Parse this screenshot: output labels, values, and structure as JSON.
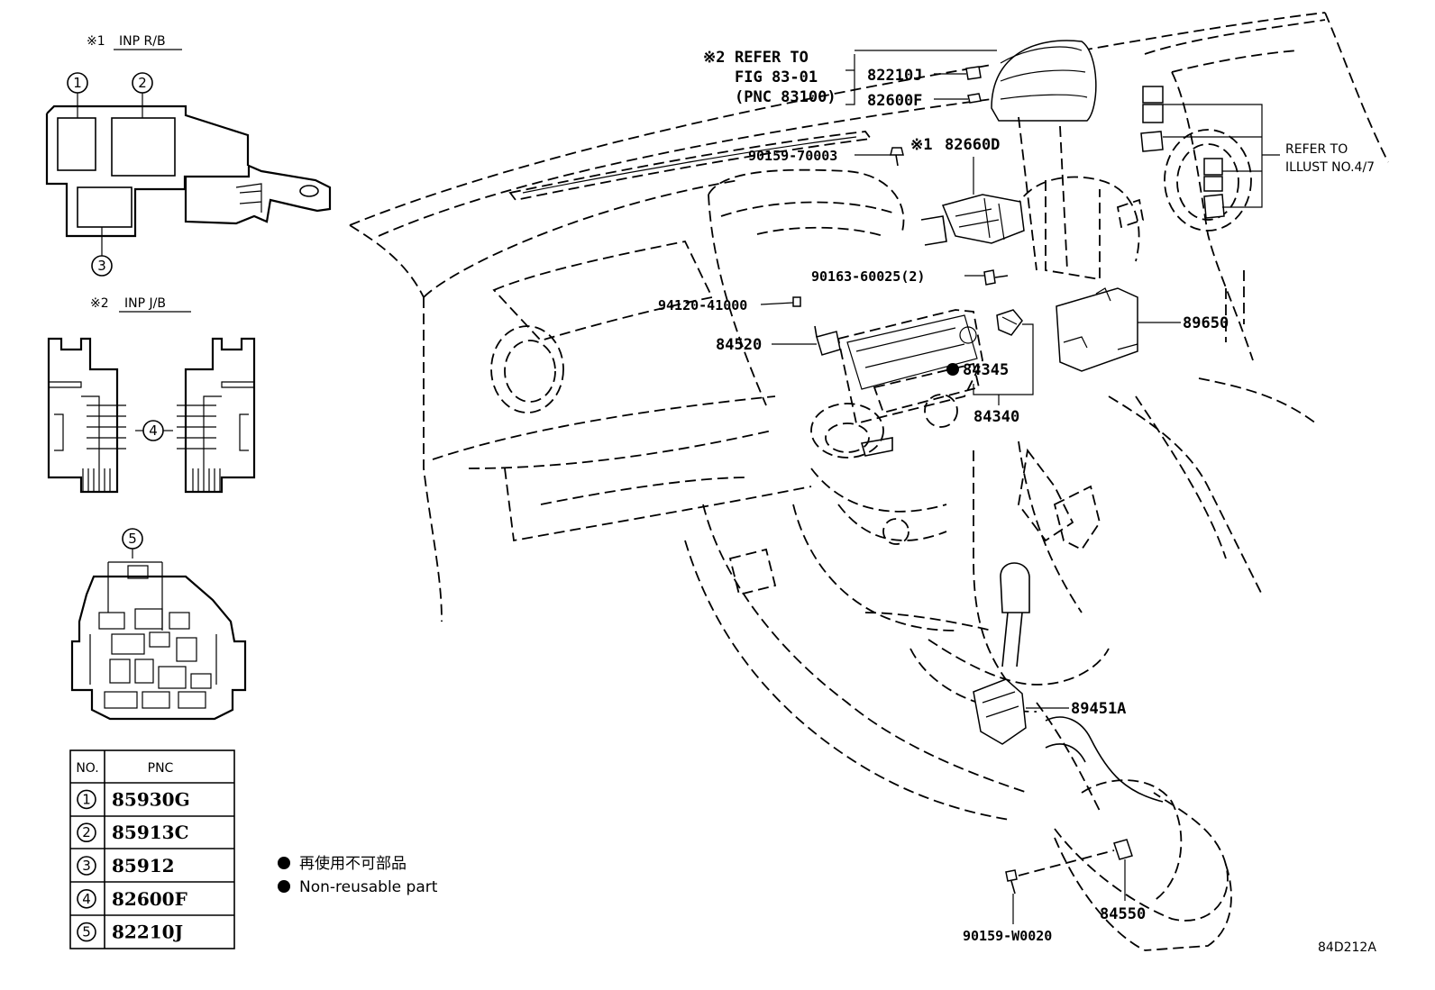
{
  "inset1": {
    "mark": "※1",
    "title": "INP R/B",
    "nums": [
      "1",
      "2",
      "3"
    ]
  },
  "inset2": {
    "mark": "※2",
    "title": "INP J/B",
    "num": "4"
  },
  "inset3": {
    "num": "5"
  },
  "table": {
    "header": {
      "no": "NO.",
      "pnc": "PNC"
    },
    "rows": [
      {
        "no": "1",
        "pnc": "85930G"
      },
      {
        "no": "2",
        "pnc": "85913C"
      },
      {
        "no": "3",
        "pnc": "85912"
      },
      {
        "no": "4",
        "pnc": "82600F"
      },
      {
        "no": "5",
        "pnc": "82210J"
      }
    ]
  },
  "legend": {
    "line1": "再使用不可部品",
    "line2": "Non-reusable part"
  },
  "refer_fig": {
    "mark": "※2",
    "line1": "REFER TO",
    "line2": "FIG 83-01",
    "line3": "(PNC 83100)"
  },
  "refer_illust": {
    "line1": "REFER TO",
    "line2": "ILLUST NO.4/7"
  },
  "parts": {
    "p82210J": "82210J",
    "p82600F": "82600F",
    "p90159_70003": "90159-70003",
    "mark82660D": "※1",
    "p82660D": "82660D",
    "p90163": "90163-60025(2)",
    "p94120": "94120-41000",
    "p84520": "84520",
    "p84345": "84345",
    "p84340": "84340",
    "p89650": "89650",
    "p89451A": "89451A",
    "p84550": "84550",
    "p90159_W0020": "90159-W0020"
  },
  "footer_code": "84D212A"
}
